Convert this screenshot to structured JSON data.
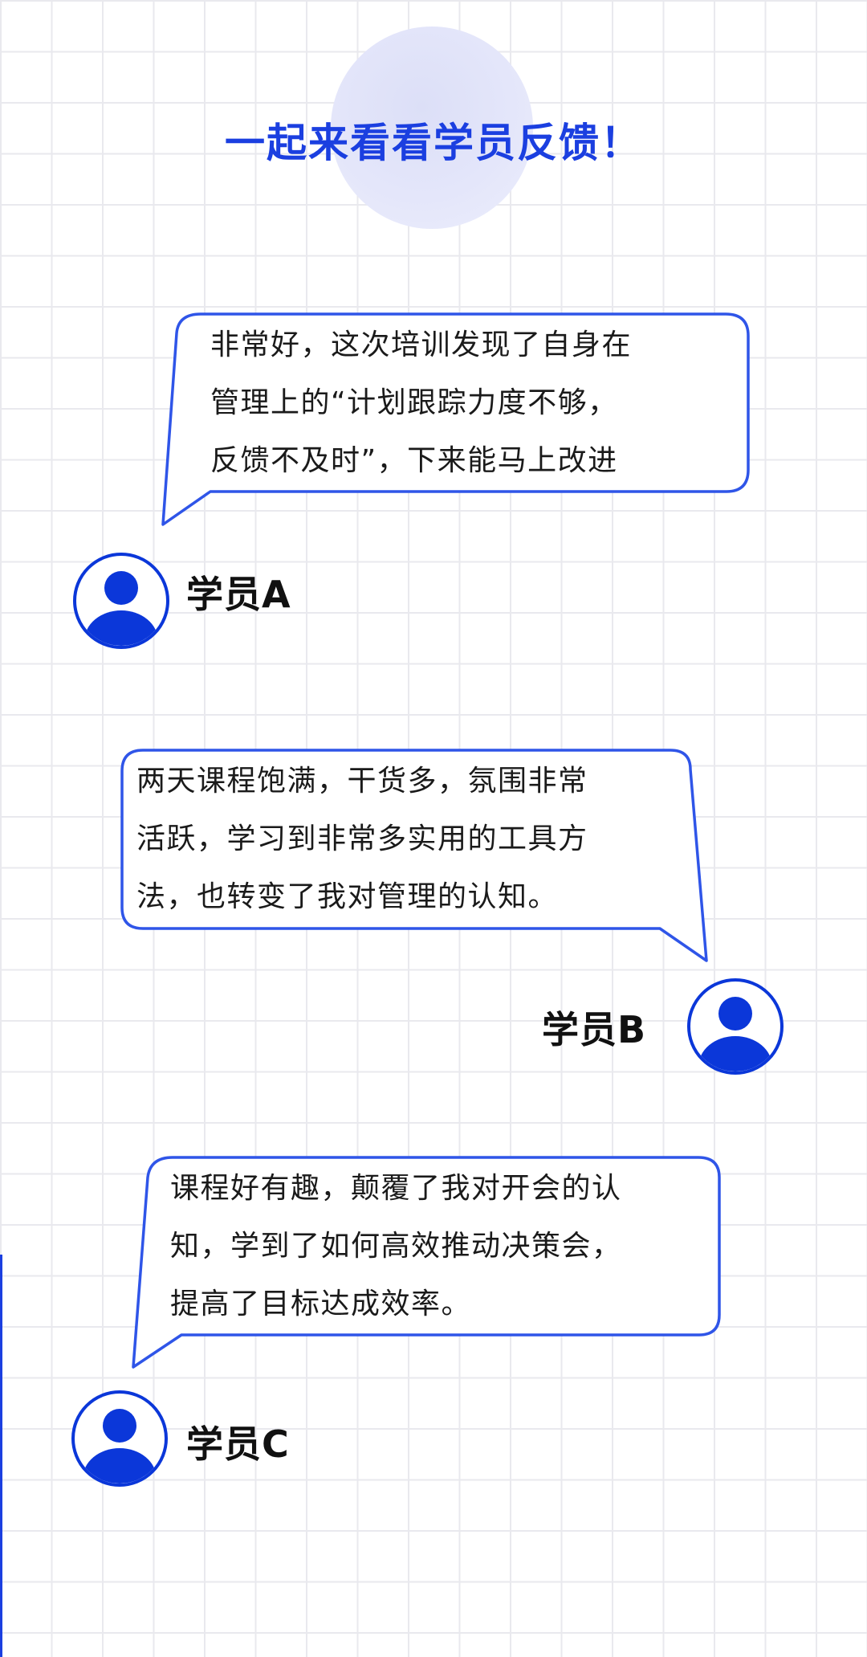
{
  "header": {
    "title": "一起来看看学员反馈！"
  },
  "colors": {
    "accent": "#1b3fe0",
    "avatar_fill": "#0b37d9",
    "glow": "#e2e5fa"
  },
  "feedback": [
    {
      "student": "学员A",
      "lines": [
        "非常好，这次培训发现了自身在",
        "管理上的“计划跟踪力度不够，",
        "反馈不及时”，下来能马上改进"
      ],
      "avatar_icon": "user-avatar-icon"
    },
    {
      "student": "学员B",
      "lines": [
        "两天课程饱满，干货多，氛围非常",
        "活跃，学习到非常多实用的工具方",
        "法，也转变了我对管理的认知。"
      ],
      "avatar_icon": "user-avatar-icon"
    },
    {
      "student": "学员C",
      "lines": [
        "课程好有趣，颠覆了我对开会的认",
        "知，学到了如何高效推动决策会，",
        "提高了目标达成效率。"
      ],
      "avatar_icon": "user-avatar-icon"
    }
  ]
}
